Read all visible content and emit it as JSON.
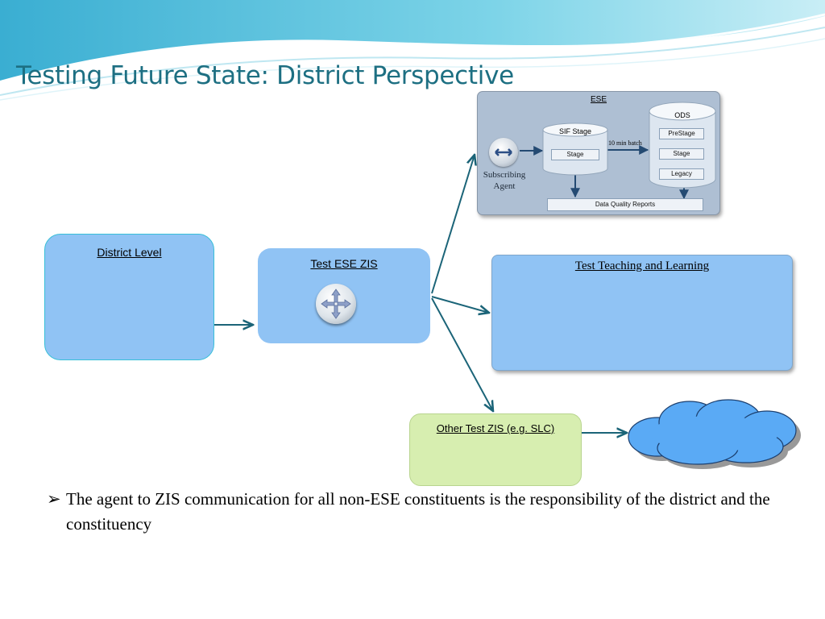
{
  "title": "Testing Future State: District Perspective",
  "ese": {
    "title": "ESE",
    "sif_stage": {
      "title": "SIF Stage",
      "stage": "Stage"
    },
    "ods": {
      "title": "ODS",
      "prestage": "PreStage",
      "stage": "Stage",
      "legacy": "Legacy"
    },
    "batch": "10 min batch",
    "agent": "Subscribing\nAgent",
    "dqr": "Data Quality Reports"
  },
  "boxes": {
    "district": "District Level",
    "test_ese": "Test ESE ZIS",
    "ttl": "Test Teaching and Learning",
    "other": "Other Test ZIS (e.g. SLC)"
  },
  "bullet": {
    "mark": "➢",
    "text": "The agent to ZIS communication for all non-ESE constituents is the responsibility of the district and the constituency"
  },
  "colors": {
    "title": "#1d6f82",
    "box_fill": "#90c3f4",
    "other_fill": "#d7eeb0",
    "arrow": "#1b6478",
    "cloud": "#5aaaf5"
  }
}
